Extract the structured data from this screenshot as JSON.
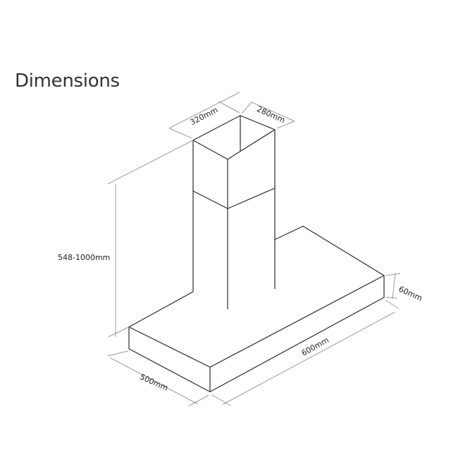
{
  "title": "Dimensions",
  "dimensions": {
    "chimney_width": "320mm",
    "chimney_depth": "280mm",
    "height_range": "548-1000mm",
    "canopy_thickness": "60mm",
    "canopy_width": "600mm",
    "canopy_depth": "500mm"
  }
}
